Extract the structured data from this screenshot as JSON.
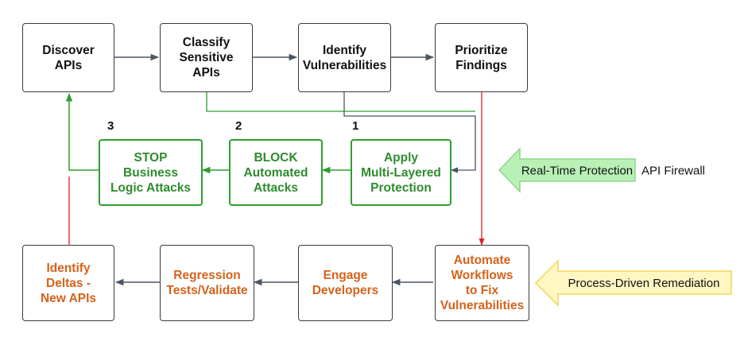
{
  "top_row": [
    {
      "label": "Discover\nAPIs"
    },
    {
      "label": "Classify\nSensitive\nAPIs"
    },
    {
      "label": "Identify\nVulnerabilities"
    },
    {
      "label": "Prioritize\nFindings"
    }
  ],
  "middle_row": [
    {
      "label": "STOP\nBusiness\nLogic Attacks",
      "number": "3"
    },
    {
      "label": "BLOCK\nAutomated\nAttacks",
      "number": "2"
    },
    {
      "label": "Apply\nMulti-Layered\nProtection",
      "number": "1"
    }
  ],
  "bottom_row": [
    {
      "label": "Identify\nDeltas -\nNew APIs"
    },
    {
      "label": "Regression\nTests/Validate"
    },
    {
      "label": "Engage\nDevelopers"
    },
    {
      "label": "Automate\nWorkflows\nto Fix\nVulnerabilities"
    }
  ],
  "callouts": {
    "realtime": {
      "label": "Real-Time Protection",
      "side_label": "API Firewall"
    },
    "process": {
      "label": "Process-Driven Remediation"
    }
  },
  "colors": {
    "gray_arrow": "#4b5563",
    "green": "#2e9e2e",
    "red": "#e0202a",
    "orange_text": "#d4621a",
    "green_callout_fill": "#b9f0b6",
    "yellow_callout_fill": "#fff7c2"
  }
}
